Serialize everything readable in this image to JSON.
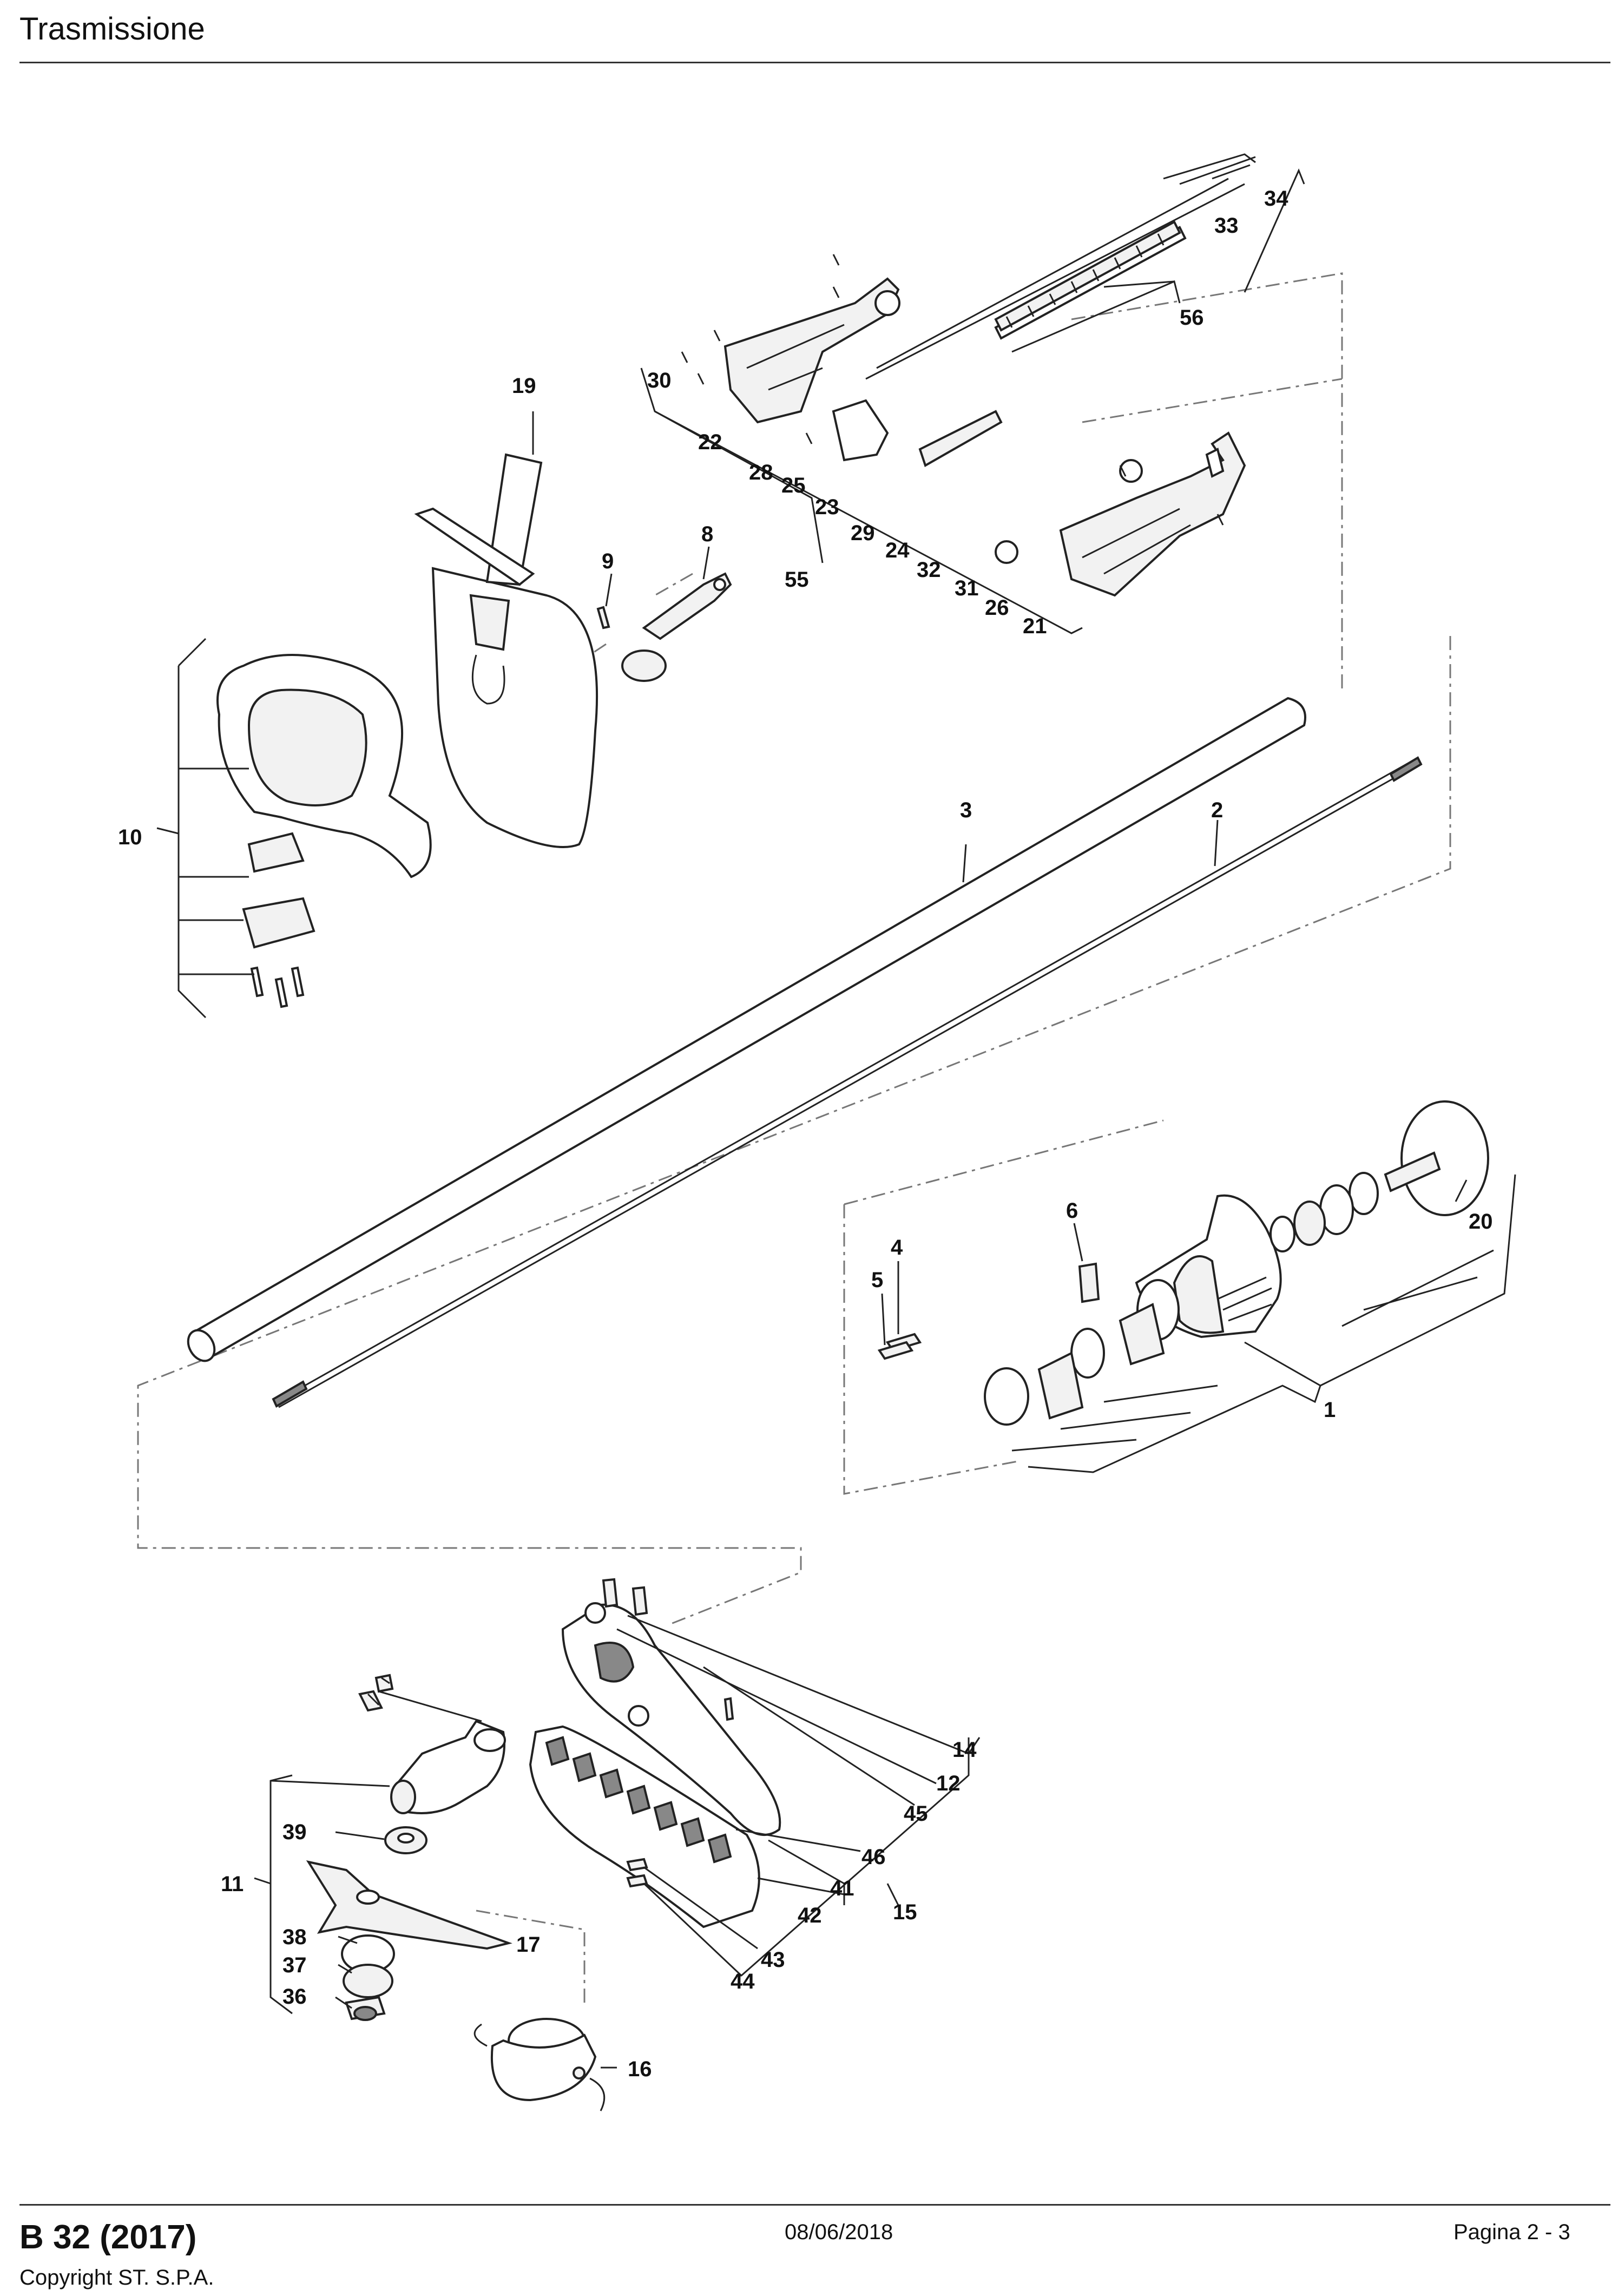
{
  "header": {
    "title": "Trasmissione"
  },
  "footer": {
    "model": "B 32 (2017)",
    "copyright": "Copyright ST. S.P.A.",
    "date": "08/06/2018",
    "page": "Pagina 2 - 3"
  },
  "callouts": [
    "1",
    "2",
    "3",
    "4",
    "5",
    "6",
    "8",
    "9",
    "10",
    "11",
    "12",
    "14",
    "15",
    "16",
    "17",
    "19",
    "20",
    "21",
    "22",
    "23",
    "24",
    "25",
    "26",
    "28",
    "29",
    "30",
    "31",
    "32",
    "33",
    "34",
    "36",
    "37",
    "38",
    "39",
    "41",
    "42",
    "43",
    "44",
    "45",
    "46",
    "55",
    "56"
  ]
}
